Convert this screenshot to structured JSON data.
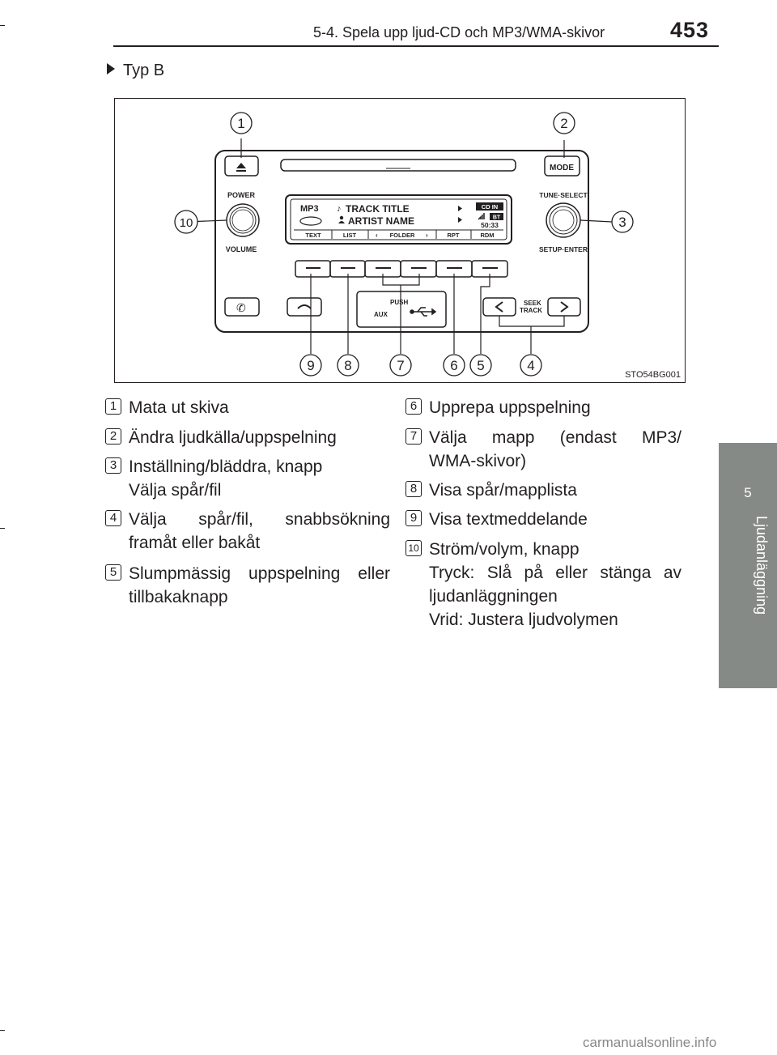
{
  "header": {
    "section": "5-4. Spela upp ljud-CD och MP3/WMA-skivor",
    "page_number": "453"
  },
  "side_tab": {
    "number": "5",
    "title": "Ljudanläggning"
  },
  "variant_label": "Typ B",
  "figure": {
    "id": "STO54BG001",
    "device": {
      "mode_button": "MODE",
      "power_label": "POWER",
      "volume_label": "VOLUME",
      "tune_select_label": "TUNE·SELECT",
      "setup_enter_label": "SETUP·ENTER",
      "display_format": "MP3",
      "track_title": "TRACK TITLE",
      "artist_name": "ARTIST NAME",
      "cd_in_badge": "CD IN",
      "bt_badge": "BT",
      "time": "50:33",
      "soft_keys": [
        "TEXT",
        "LIST",
        "FOLDER",
        "RPT",
        "RDM"
      ],
      "push_label": "PUSH",
      "aux_label": "AUX",
      "seek_track_label": [
        "SEEK",
        "TRACK"
      ]
    },
    "callouts": [
      "1",
      "2",
      "3",
      "4",
      "5",
      "6",
      "7",
      "8",
      "9",
      "10"
    ]
  },
  "legend": {
    "left": [
      {
        "num": "1",
        "lines": [
          "Mata ut skiva"
        ]
      },
      {
        "num": "2",
        "lines": [
          "Ändra ljudkälla/uppspelning"
        ]
      },
      {
        "num": "3",
        "lines": [
          "Inställning/bläddra, knapp",
          "Välja spår/fil"
        ]
      },
      {
        "num": "4",
        "lines": [
          "Välja spår/fil, snabbsökning",
          "framåt eller bakåt"
        ]
      },
      {
        "num": "5",
        "lines": [
          "Slumpmässig uppspelning eller",
          "tillbakaknapp"
        ]
      }
    ],
    "right": [
      {
        "num": "6",
        "lines": [
          "Upprepa uppspelning"
        ]
      },
      {
        "num": "7",
        "lines": [
          "Välja mapp (endast MP3/",
          "WMA-skivor)"
        ]
      },
      {
        "num": "8",
        "lines": [
          "Visa spår/mapplista"
        ]
      },
      {
        "num": "9",
        "lines": [
          "Visa textmeddelande"
        ]
      },
      {
        "num": "10",
        "lines": [
          "Ström/volym, knapp",
          "Tryck: Slå på eller stänga av",
          "ljudanläggningen",
          "Vrid: Justera ljudvolymen"
        ]
      }
    ]
  },
  "watermark": "carmanualsonline.info"
}
